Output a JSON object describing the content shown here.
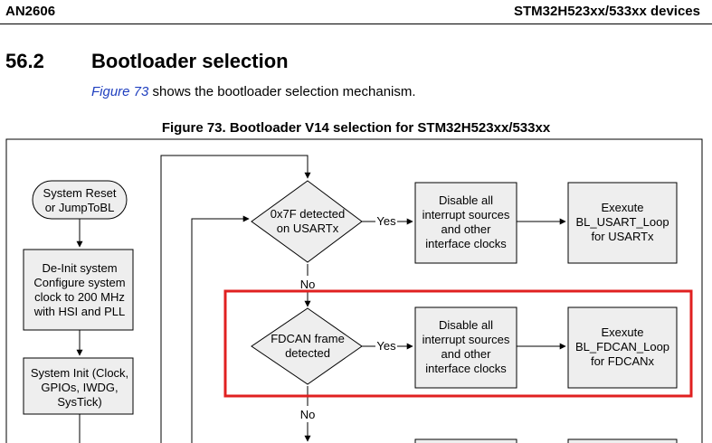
{
  "header": {
    "doc_id": "AN2606",
    "product": "STM32H523xx/533xx devices"
  },
  "section": {
    "number": "56.2",
    "title": "Bootloader selection"
  },
  "intro": {
    "link_text": "Figure 73",
    "rest": " shows the bootloader selection mechanism."
  },
  "figure": {
    "caption": "Figure 73. Bootloader V14 selection for STM32H523xx/533xx",
    "start": {
      "line1": "System Reset",
      "line2": "or JumpToBL"
    },
    "deinit": {
      "line1": "De-Init system",
      "line2": "Configure system",
      "line3": "clock to 200 MHz",
      "line4": "with HSI and PLL"
    },
    "sysinit": {
      "line1": "System Init (Clock,",
      "line2": "GPIOs, IWDG,",
      "line3": "SysTick)"
    },
    "usart_decision": {
      "line1": "0x7F detected",
      "line2": "on USARTx"
    },
    "usart_disable": {
      "line1": "Disable all",
      "line2": "interrupt sources",
      "line3": "and other",
      "line4": "interface clocks"
    },
    "usart_exec": {
      "line1": "Exexute",
      "line2": "BL_USART_Loop",
      "line3": "for USARTx"
    },
    "fdcan_decision": {
      "line1": "FDCAN frame",
      "line2": "detected"
    },
    "fdcan_disable": {
      "line1": "Disable all",
      "line2": "interrupt sources",
      "line3": "and other",
      "line4": "interface clocks"
    },
    "fdcan_exec": {
      "line1": "Exexute",
      "line2": "BL_FDCAN_Loop",
      "line3": "for FDCANx"
    },
    "labels": {
      "yes1": "Yes",
      "yes2": "Yes",
      "no1": "No",
      "no2": "No"
    }
  },
  "colors": {
    "box_fill": "#eeeeee",
    "highlight": "#e02020",
    "link": "#1f3fbf"
  }
}
